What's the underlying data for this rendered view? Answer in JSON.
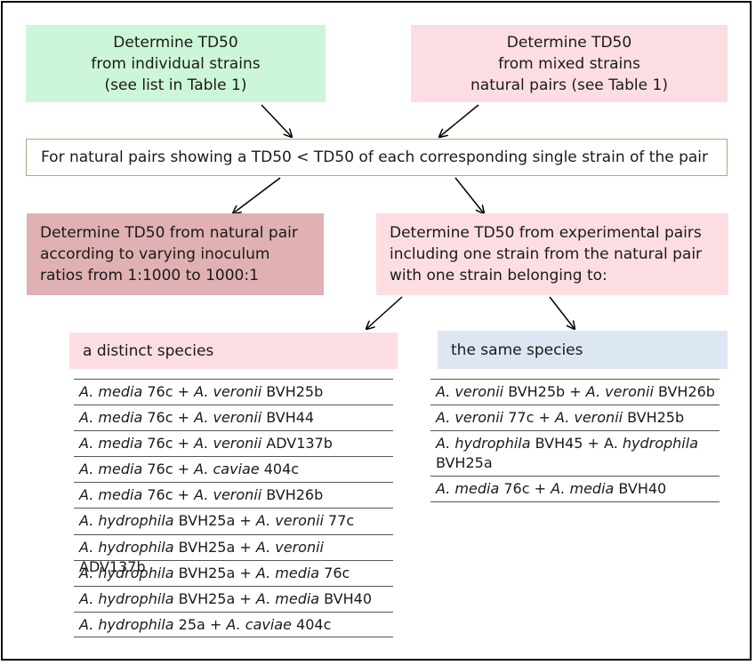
{
  "top_left": {
    "lines": [
      "Determine TD50",
      "from individual strains",
      "(see list in Table 1)"
    ]
  },
  "top_right": {
    "lines": [
      "Determine TD50",
      "from mixed strains",
      "natural pairs (see Table 1)"
    ]
  },
  "central": {
    "text": "For natural pairs showing a TD50 < TD50 of each corresponding single strain of the pair"
  },
  "left_mid": {
    "lines": [
      "Determine TD50 from natural pair",
      "according to varying inoculum",
      "ratios from 1:1000 to 1000:1"
    ]
  },
  "right_mid": {
    "lines": [
      "Determine TD50 from experimental pairs",
      "including one strain from the natural pair",
      "with one strain belonging to:"
    ]
  },
  "distinct": {
    "header": "a distinct species",
    "rows": [
      [
        "A. media",
        " 76c + ",
        "A. veronii",
        " BVH25b"
      ],
      [
        "A. media",
        " 76c + ",
        "A. veronii",
        " BVH44"
      ],
      [
        "A. media",
        " 76c + ",
        "A. veronii",
        " ADV137b"
      ],
      [
        "A. media",
        " 76c + ",
        "A. caviae",
        " 404c"
      ],
      [
        "A. media",
        " 76c + ",
        "A. veronii",
        " BVH26b"
      ],
      [
        "A. hydrophila",
        " BVH25a + ",
        "A. veronii",
        " 77c"
      ],
      [
        "A. hydrophila",
        " BVH25a + ",
        "A. veronii",
        " ADV137b"
      ],
      [
        "A. hydrophila",
        " BVH25a + ",
        "A. media",
        " 76c"
      ],
      [
        "A. hydrophila",
        " BVH25a + ",
        "A. media",
        " BVH40"
      ],
      [
        "A. hydrophila",
        " 25a + ",
        "A. caviae",
        " 404c"
      ]
    ]
  },
  "same": {
    "header": "the same species",
    "rows": [
      [
        "A. veronii",
        " BVH25b + ",
        "A. veronii",
        " BVH26b"
      ],
      [
        "A. veronii",
        " 77c + ",
        "A. veronii",
        " BVH25b"
      ],
      [
        "A. hydrophila",
        " BVH45 + A. ",
        "hydrophila",
        " BVH25a"
      ],
      [
        "A. media",
        " 76c + ",
        "A. media",
        " BVH40"
      ]
    ]
  }
}
